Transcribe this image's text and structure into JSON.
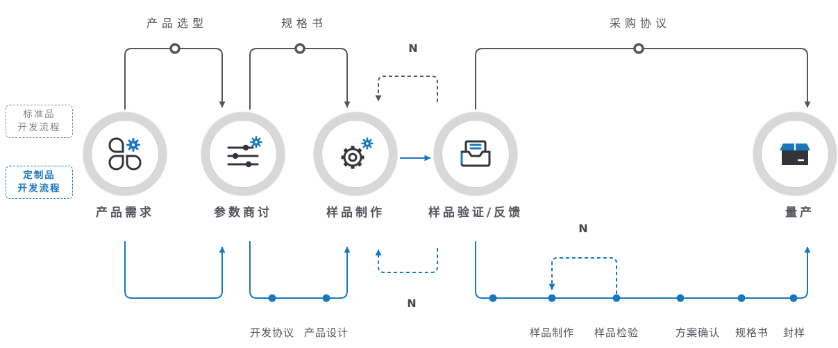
{
  "colors": {
    "accent_blue": "#1878be",
    "line_gray": "#55565a",
    "ring_gray": "#d8d8d8",
    "icon_dark": "#33343a"
  },
  "legend": {
    "standard": {
      "line1": "标准品",
      "line2": "开发流程"
    },
    "custom": {
      "line1": "定制品",
      "line2": "开发流程"
    }
  },
  "top_labels": {
    "product_selection": "产品选型",
    "specification": "规格书",
    "purchase_agreement": "采购协议"
  },
  "loop_labels": {
    "top": "N",
    "middle": "N",
    "right": "N"
  },
  "stages": [
    {
      "label": "产品需求",
      "icon": "grid-gear-icon"
    },
    {
      "label": "参数商讨",
      "icon": "sliders-gear-icon"
    },
    {
      "label": "样品制作",
      "icon": "gears-icon"
    },
    {
      "label": "样品验证/反馈",
      "icon": "inbox-tray-icon"
    },
    {
      "label": "量产",
      "icon": "package-icon"
    }
  ],
  "bottom_left_nodes": [
    {
      "label": "开发协议"
    },
    {
      "label": "产品设计"
    }
  ],
  "bottom_right_nodes": [
    {
      "label": "样品制作"
    },
    {
      "label": "样品检验"
    },
    {
      "label": "方案确认"
    },
    {
      "label": "规格书"
    },
    {
      "label": "封样"
    }
  ]
}
